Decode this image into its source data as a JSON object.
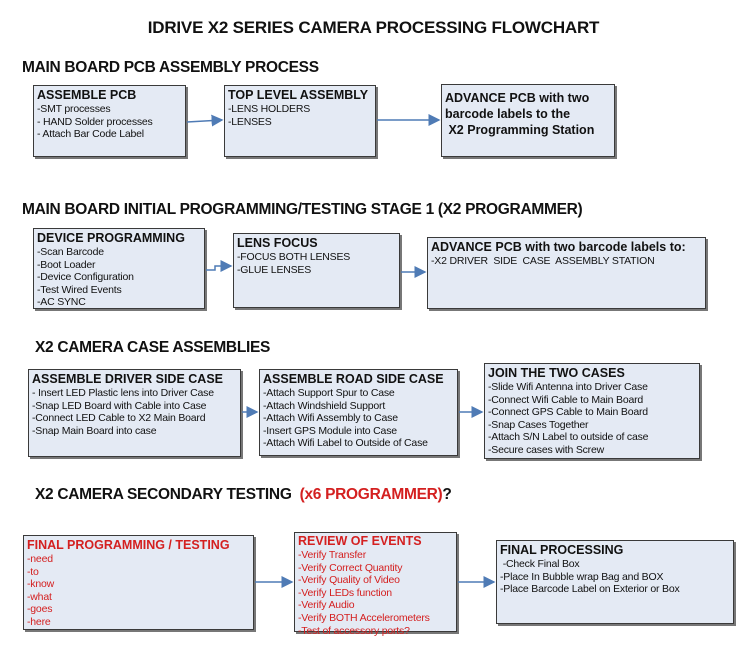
{
  "title": "IDRIVE X2  SERIES CAMERA PROCESSING FLOWCHART",
  "sections": [
    {
      "heading": "MAIN BOARD PCB ASSEMBLY PROCESS",
      "boxes": [
        {
          "head": "ASSEMBLE PCB",
          "items": [
            " -SMT processes",
            "- HAND Solder processes",
            "- Attach Bar Code Label"
          ]
        },
        {
          "head": "TOP LEVEL ASSEMBLY",
          "items": [
            "-LENS HOLDERS",
            "-LENSES"
          ]
        },
        {
          "head_lines": [
            "ADVANCE PCB with two",
            "barcode labels to the",
            " X2 Programming Station"
          ],
          "items": []
        }
      ]
    },
    {
      "heading": "MAIN BOARD INITIAL PROGRAMMING/TESTING STAGE 1 (X2 PROGRAMMER)",
      "boxes": [
        {
          "head": "DEVICE PROGRAMMING",
          "items": [
            "-Scan Barcode",
            "-Boot Loader",
            "-Device Configuration",
            "-Test Wired Events",
            "-AC SYNC"
          ]
        },
        {
          "head": "LENS FOCUS",
          "items": [
            "-FOCUS BOTH LENSES",
            "-GLUE LENSES"
          ]
        },
        {
          "head": "ADVANCE PCB with two barcode labels to:",
          "items": [
            "-X2 DRIVER  SIDE  CASE  ASSEMBLY STATION"
          ]
        }
      ]
    },
    {
      "heading": "X2 CAMERA CASE ASSEMBLIES",
      "boxes": [
        {
          "head": "ASSEMBLE DRIVER SIDE CASE",
          "items": [
            "- Insert LED Plastic lens into Driver Case",
            "-Snap LED Board with Cable into Case",
            "-Connect LED Cable to X2 Main Board",
            "-Snap Main Board into case"
          ]
        },
        {
          "head": "ASSEMBLE ROAD SIDE CASE",
          "items": [
            "-Attach Support Spur to Case",
            "-Attach Windshield Support",
            "-Attach Wifi Assembly to Case",
            "-Insert GPS Module into Case",
            "-Attach Wifi Label to Outside of Case"
          ]
        },
        {
          "head": "JOIN THE TWO CASES",
          "items": [
            "-Slide Wifi Antenna into Driver Case",
            "-Connect Wifi Cable to Main Board",
            "-Connect GPS Cable to Main Board",
            "-Snap Cases Together",
            "-Attach S/N Label to outside of case",
            "-Secure cases with Screw"
          ]
        }
      ]
    },
    {
      "heading": "X2 CAMERA SECONDARY TESTING  ",
      "heading_red": "(x6 PROGRAMMER)",
      "heading_suffix": "?",
      "boxes": [
        {
          "head": "FINAL PROGRAMMING / TESTING",
          "items": [
            "-need",
            "-to",
            "-know",
            "-what",
            "-goes",
            "-here"
          ]
        },
        {
          "head": "REVIEW OF EVENTS",
          "items": [
            "-Verify Transfer",
            "-Verify Correct Quantity",
            "-Verify Quality of Video",
            "-Verify LEDs function",
            "-Verify Audio",
            "-Verify BOTH Accelerometers",
            "-Test of accessory ports?"
          ]
        },
        {
          "head": "FINAL PROCESSING",
          "items": [
            " -Check Final Box",
            "-Place In Bubble wrap Bag and BOX",
            "-Place Barcode Label on Exterior or Box"
          ]
        }
      ]
    }
  ],
  "colors": {
    "box_fill": "#e4eaf4",
    "arrow": "#4f7bb5",
    "highlight_red": "#d42020"
  }
}
